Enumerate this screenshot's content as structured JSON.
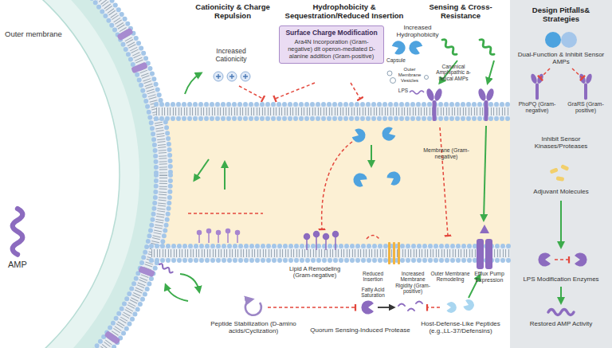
{
  "diagram": {
    "nodes": [
      {
        "text": [
          "Design Pitfalls& Strategies"
        ]
      },
      {
        "text": [
          "Surface Charge Modification",
          "Ara4N Incorporation (Gram-negative) dlt operon-mediated D-alanine addition (Gram-positive)"
        ]
      }
    ],
    "labels": [
      "Outer membrane",
      "Cationicity & Charge Repulsion",
      "Hydrophobicity & Sequestration/Reduced Insertion",
      "Sensing & Cross-Resistance",
      "Increased Cationicity",
      "Increased Hydrophobicity",
      "Capsule",
      "Outer Membrane Vesicles",
      "LPS",
      "Canonical Amphipathic a-helical AMPs",
      "Dual-Function & Inhibit Sensor AMPs",
      "PhoPQ (Gram-negative)",
      "GraRS (Gram-positive)",
      "Inhibit Sensor Kinases/Proteases",
      "Membrane (Gram-negative)",
      "Adjuvant Molecules",
      "AMP",
      "Lipid A Remodeling (Gram-negative)",
      "Reduced Insertion",
      "Outer Membrane Remodeling",
      "Increased Membrane Rigidity (Gram-positive)",
      "Efflux Pump Expression",
      "Fatty Acid Saturation",
      "LPS Modification Enzymes",
      "Peptide Stabilization (D-amino acids/Cyclization)",
      "Quorum Sensing-Induced Protease",
      "Host-Defense-Like Peptides (e.g.,LL-37/Defensins)",
      "Restored AMP Activity"
    ]
  }
}
